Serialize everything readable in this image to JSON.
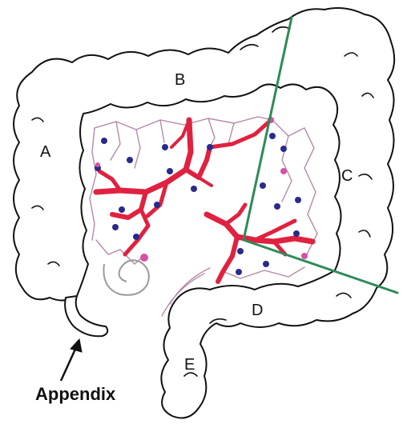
{
  "regions": {
    "a": "A",
    "b": "B",
    "c": "C",
    "d": "D",
    "e": "E"
  },
  "caption": "Appendix",
  "colors": {
    "vessel_major": "#e0213f",
    "vessel_minor": "#c8365a",
    "mesentery": "#b58aa8",
    "lymph_node": "#2a2a8c",
    "lymph_node_pink": "#d84fa7",
    "resection_line": "#2e8b57",
    "outline": "#111111"
  },
  "icons": {
    "appendix_pointer": "arrow-icon"
  }
}
